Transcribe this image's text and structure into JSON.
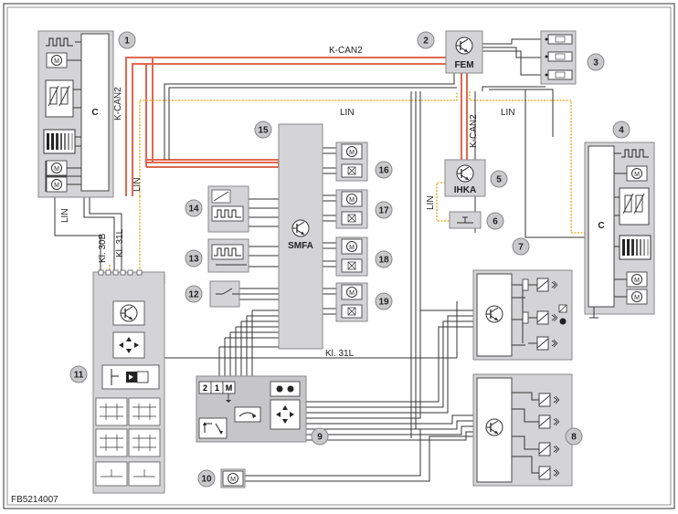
{
  "labels": {
    "can_top": "K-CAN2",
    "can_left": "K-CAN2",
    "can_right": "K-CAN2",
    "lin_top": "LIN",
    "lin_right": "LIN",
    "lin_left": "LIN",
    "lin_bottom_left": "LIN",
    "lin_ihka": "LIN",
    "kl30b": "Kl. 30B",
    "kl31l_left": "Kl. 31L",
    "kl31l_mid": "Kl. 31L",
    "fem": "FEM",
    "smfa": "SMFA",
    "ihka": "IHKA",
    "c_left": "C",
    "c_right": "C",
    "panel_2": "2",
    "panel_1": "1",
    "panel_m": "M",
    "figure_id": "FB5214007"
  },
  "numbers": [
    "1",
    "2",
    "3",
    "4",
    "5",
    "6",
    "7",
    "8",
    "9",
    "10",
    "11",
    "12",
    "13",
    "14",
    "15",
    "16",
    "17",
    "18",
    "19"
  ],
  "colors": {
    "can": "#e0674e",
    "lin": "#e9b341",
    "wire": "#333333",
    "component_fill": "#d4d4d6",
    "component_stroke": "#8a8a8c",
    "circle_fill": "#c9c9cb",
    "frame": "#6a6a6a"
  },
  "icons": [
    "motor-icon",
    "transistor-icon",
    "fuse-icon",
    "heater-icon",
    "switch-icon",
    "mirror-icon",
    "arrow-cross-icon"
  ]
}
